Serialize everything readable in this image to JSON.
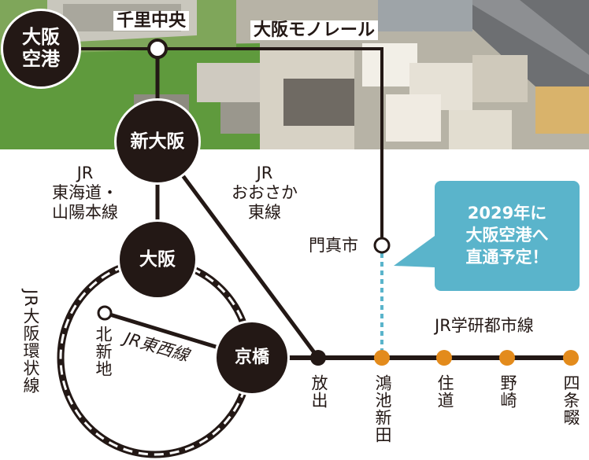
{
  "stations": {
    "itami_airport": "大阪\n空港",
    "senri_chuo": "千里中央",
    "shin_osaka": "新大阪",
    "osaka": "大阪",
    "kyobashi": "京橋",
    "kadoma": "門真市",
    "kitashinchi": "北新地",
    "hanaten": "放出",
    "konoike_shinden": "鴻池新田",
    "suminodo": "住道",
    "nozaki": "野崎",
    "shijonawate": "四条畷"
  },
  "lines": {
    "monorail": "大阪モノレール",
    "tokaido_jr": "JR",
    "tokaido_name_1": "東海道・",
    "tokaido_name_2": "山陽本線",
    "osakahigashi_jr": "JR",
    "osakahigashi_name_1": "おおさか",
    "osakahigashi_name_2": "東線",
    "tozai": "JR東西線",
    "loop": "JR大阪環状線",
    "gakkentoshi": "JR学研都市線"
  },
  "callout": {
    "line1": "2029年に",
    "line2": "大阪空港へ",
    "line3": "直通予定！"
  },
  "colors": {
    "line": "#231815",
    "extension": "#5ab4cb",
    "new_station": "#e38b1c"
  }
}
